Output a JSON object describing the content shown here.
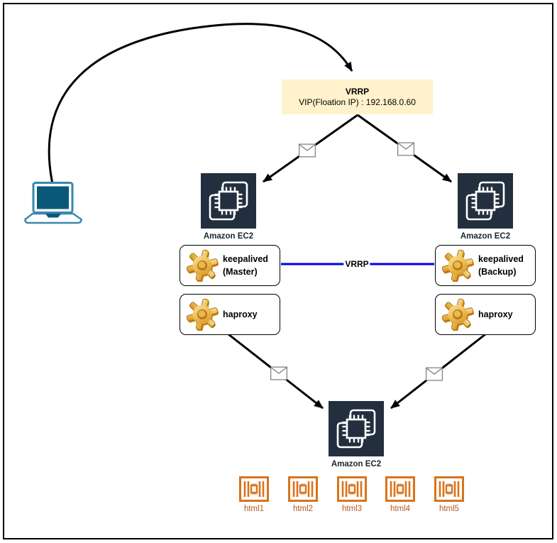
{
  "vip_box": {
    "title": "VRRP",
    "subtitle": "VIP(Floation IP) : 192.168.0.60",
    "bg_color": "#FFF2CC"
  },
  "nodes": {
    "ec2_left": {
      "label": "Amazon EC2"
    },
    "ec2_right": {
      "label": "Amazon EC2"
    },
    "ec2_bottom": {
      "label": "Amazon EC2"
    },
    "keepalived_master": {
      "line1": "keepalived",
      "line2": "(Master)"
    },
    "keepalived_backup": {
      "line1": "keepalived",
      "line2": "(Backup)"
    },
    "haproxy_left": {
      "label": "haproxy"
    },
    "haproxy_right": {
      "label": "haproxy"
    }
  },
  "links": {
    "vrrp_label": "VRRP",
    "vrrp_color": "#0000E6"
  },
  "containers": {
    "items": [
      {
        "label": "html1"
      },
      {
        "label": "html2"
      },
      {
        "label": "html3"
      },
      {
        "label": "html4"
      },
      {
        "label": "html5"
      }
    ]
  },
  "icons": {
    "client": "laptop-icon",
    "compute": "chip-icon",
    "service": "gear-icon",
    "container": "container-icon",
    "message": "envelope-icon"
  },
  "colors": {
    "ec2_bg": "#232F3E",
    "vip_bg": "#FFF2CC",
    "link_blue": "#0000E6",
    "container_orange": "#D9731C",
    "container_label": "#B05A1E",
    "gear_gold": "#E8A33D",
    "laptop_blue": "#0A5878",
    "connector": "#000000"
  }
}
